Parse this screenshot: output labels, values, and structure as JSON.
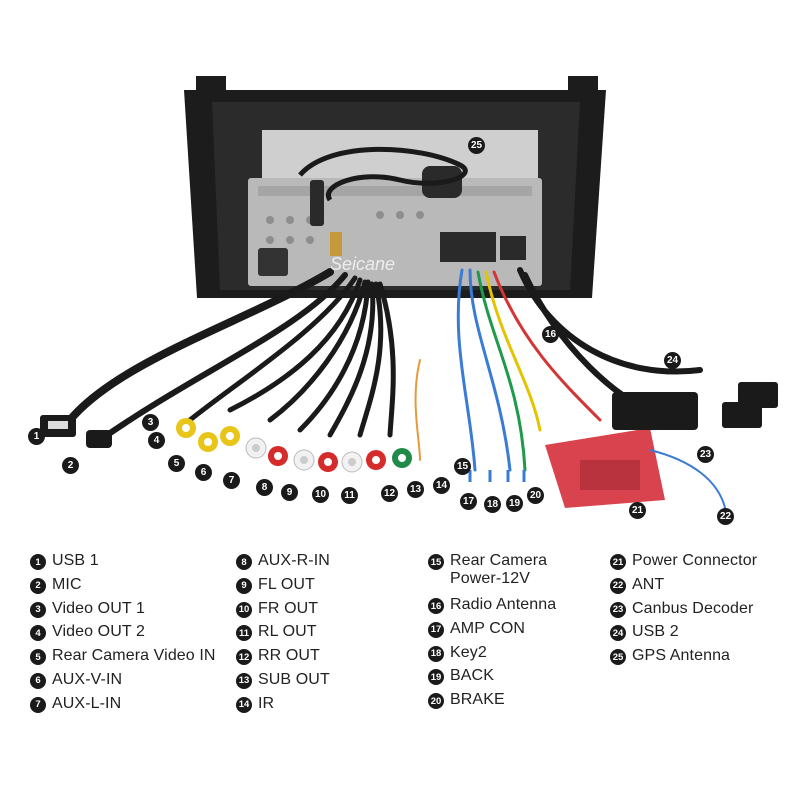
{
  "watermark": "Seicane",
  "legend": [
    {
      "num": "1",
      "label": "USB 1"
    },
    {
      "num": "2",
      "label": "MIC"
    },
    {
      "num": "3",
      "label": "Video OUT 1"
    },
    {
      "num": "4",
      "label": "Video OUT 2"
    },
    {
      "num": "5",
      "label": "Rear Camera Video IN"
    },
    {
      "num": "6",
      "label": "AUX-V-IN"
    },
    {
      "num": "7",
      "label": "AUX-L-IN"
    },
    {
      "num": "8",
      "label": "AUX-R-IN"
    },
    {
      "num": "9",
      "label": "FL OUT"
    },
    {
      "num": "10",
      "label": "FR OUT"
    },
    {
      "num": "11",
      "label": "RL OUT"
    },
    {
      "num": "12",
      "label": "RR OUT"
    },
    {
      "num": "13",
      "label": "SUB OUT"
    },
    {
      "num": "14",
      "label": "IR"
    },
    {
      "num": "15",
      "label": "Rear Camera\nPower-12V"
    },
    {
      "num": "16",
      "label": "Radio Antenna"
    },
    {
      "num": "17",
      "label": "AMP CON"
    },
    {
      "num": "18",
      "label": "Key2"
    },
    {
      "num": "19",
      "label": "BACK"
    },
    {
      "num": "20",
      "label": "BRAKE"
    },
    {
      "num": "21",
      "label": "Power Connector"
    },
    {
      "num": "22",
      "label": "ANT"
    },
    {
      "num": "23",
      "label": "Canbus Decoder"
    },
    {
      "num": "24",
      "label": "USB 2"
    },
    {
      "num": "25",
      "label": "GPS Antenna"
    }
  ],
  "colors": {
    "frame": "#1c1c1c",
    "chassis": "#b9b9b9",
    "rca_red": "#d62b2b",
    "rca_white": "#f2f2f2",
    "rca_yellow": "#e9c51a",
    "rca_green": "#1f8a4a",
    "power_connector": "#d9434e",
    "callout_bg": "#1a1a1a"
  }
}
